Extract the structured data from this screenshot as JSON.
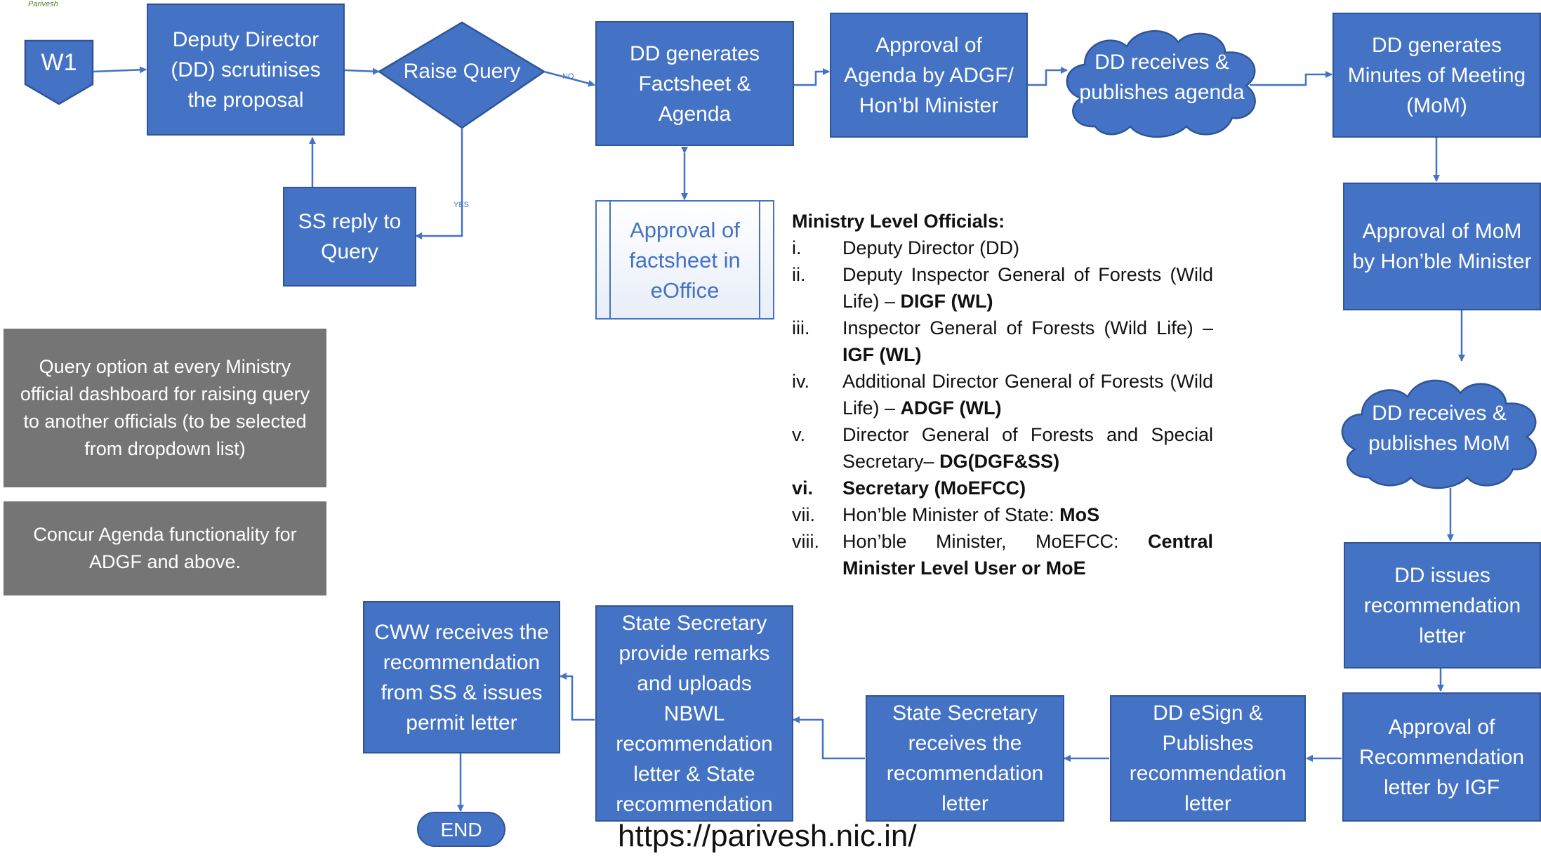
{
  "logo_text": "Parivesh",
  "nodes": {
    "w1": "W1",
    "dd_scrutinises": "Deputy Director (DD) scrutinises the proposal",
    "raise_query": "Raise Query",
    "ss_reply": "SS reply to Query",
    "dd_factsheet": "DD generates Factsheet & Agenda",
    "approval_factsheet": "Approval of factsheet in eOffice",
    "approval_agenda": "Approval of Agenda by ADGF/ Hon’bl Minister",
    "dd_publishes_agenda": "DD receives & publishes agenda",
    "dd_mom": "DD generates Minutes of Meeting (MoM)",
    "approval_mom": "Approval of MoM by Hon’ble Minister",
    "dd_publishes_mom": "DD receives & publishes MoM",
    "dd_issues_letter": "DD issues recommendation letter",
    "approval_igf": "Approval of Recommendation letter by IGF",
    "dd_esign": "DD eSign & Publishes recommendation letter",
    "ss_receives": "State Secretary receives the recommendation letter",
    "ss_remarks": "State Secretary provide remarks and uploads NBWL recommendation letter & State recommendation",
    "cww_receives": "CWW receives the recommendation from SS & issues permit letter",
    "end": "END"
  },
  "edge_labels": {
    "no": "NO",
    "yes": "YES"
  },
  "notes": {
    "query_option": "Query option at every Ministry official dashboard for raising query to another officials (to be selected from dropdown list)",
    "concur_agenda": "Concur Agenda functionality for ADGF and above."
  },
  "officials": {
    "heading": "Ministry Level Officials:",
    "items": [
      {
        "num": "i.",
        "text": "Deputy Director (DD)"
      },
      {
        "num": "ii.",
        "text": "Deputy Inspector General of Forests (Wild Life) – ",
        "bold": "DIGF (WL)"
      },
      {
        "num": "iii.",
        "text": "Inspector General of Forests (Wild Life) –",
        "bold": "IGF (WL)"
      },
      {
        "num": "iv.",
        "text": "Additional Director General of Forests (Wild Life) – ",
        "bold": "ADGF (WL)"
      },
      {
        "num": "v.",
        "text": "Director General of Forests and Special Secretary– ",
        "bold": "DG(DGF&SS)"
      },
      {
        "num": "vi.",
        "text": "Secretary (MoEFCC)"
      },
      {
        "num": "vii.",
        "text": "Hon’ble Minister of State: ",
        "bold": "MoS"
      },
      {
        "num": "viii.",
        "text": "Hon’ble Minister, MoEFCC: ",
        "bold": "Central Minister Level User or MoE"
      }
    ]
  },
  "url": "https://parivesh.nic.in/",
  "colors": {
    "box_fill": "#4472C4",
    "box_border": "#2F5597",
    "note_fill": "#757575"
  }
}
